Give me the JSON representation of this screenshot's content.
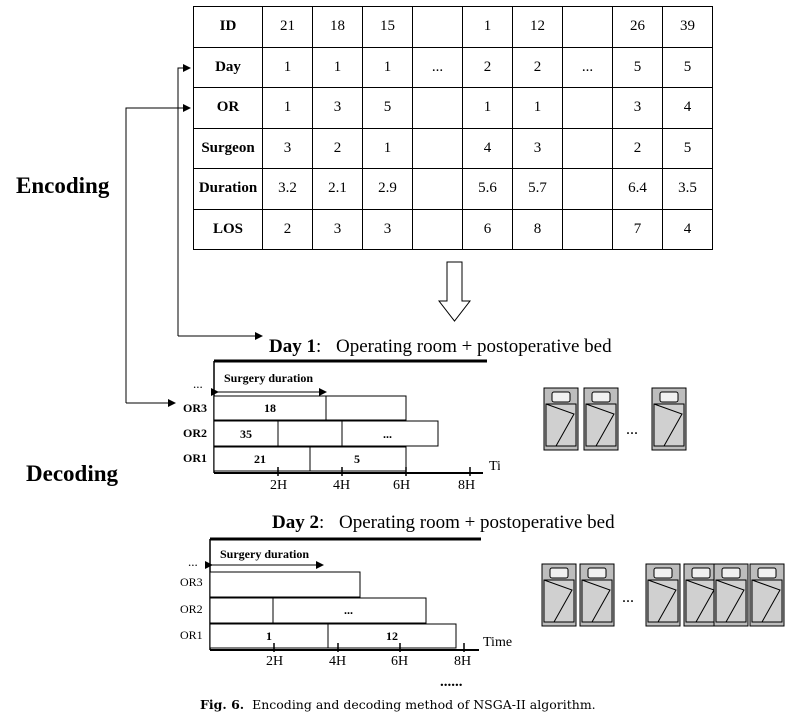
{
  "encoding_label": "Encoding",
  "decoding_label": "Decoding",
  "table": {
    "headers": [
      "ID",
      "Day",
      "OR",
      "Surgeon",
      "Duration",
      "LOS"
    ],
    "rows": [
      [
        "21",
        "18",
        "15",
        "",
        "1",
        "12",
        "",
        "26",
        "39"
      ],
      [
        "1",
        "1",
        "1",
        "...",
        "2",
        "2",
        "...",
        "5",
        "5"
      ],
      [
        "1",
        "3",
        "5",
        "",
        "1",
        "1",
        "",
        "3",
        "4"
      ],
      [
        "3",
        "2",
        "1",
        "",
        "4",
        "3",
        "",
        "2",
        "5"
      ],
      [
        "3.2",
        "2.1",
        "2.9",
        "",
        "5.6",
        "5.7",
        "",
        "6.4",
        "3.5"
      ],
      [
        "2",
        "3",
        "3",
        "",
        "6",
        "8",
        "",
        "7",
        "4"
      ]
    ]
  },
  "day1": {
    "day": "Day 1",
    "colon": ":",
    "subtitle": "Operating room + postoperative bed",
    "duration_label": "Surgery duration",
    "ellipsis": "...",
    "or_labels": [
      "OR3",
      "OR2",
      "OR1"
    ],
    "block_labels": {
      "or3": "18",
      "or2_first": "35",
      "or2_second": "...",
      "or1_first": "21",
      "or1_second": "5"
    },
    "ticks": [
      "2H",
      "4H",
      "6H",
      "8H"
    ],
    "time_label": "Time",
    "beds_ellipsis": "..."
  },
  "day2": {
    "day": "Day 2",
    "colon": ":",
    "subtitle": "Operating room + postoperative bed",
    "duration_label": "Surgery duration",
    "ellipsis": "...",
    "or_labels": [
      "OR3",
      "OR2",
      "OR1"
    ],
    "block_labels": {
      "or2_second": "...",
      "or1_first": "1",
      "or1_second": "12"
    },
    "ticks": [
      "2H",
      "4H",
      "6H",
      "8H"
    ],
    "time_label": "Time",
    "beds_ellipsis": "...",
    "more": "......"
  },
  "caption": {
    "label": "Fig. 6.",
    "text": "Encoding and decoding method of NSGA-II algorithm."
  },
  "colors": {
    "bed_fill": "#c8c8c8",
    "bed_stroke": "#000000",
    "line": "#000000"
  }
}
